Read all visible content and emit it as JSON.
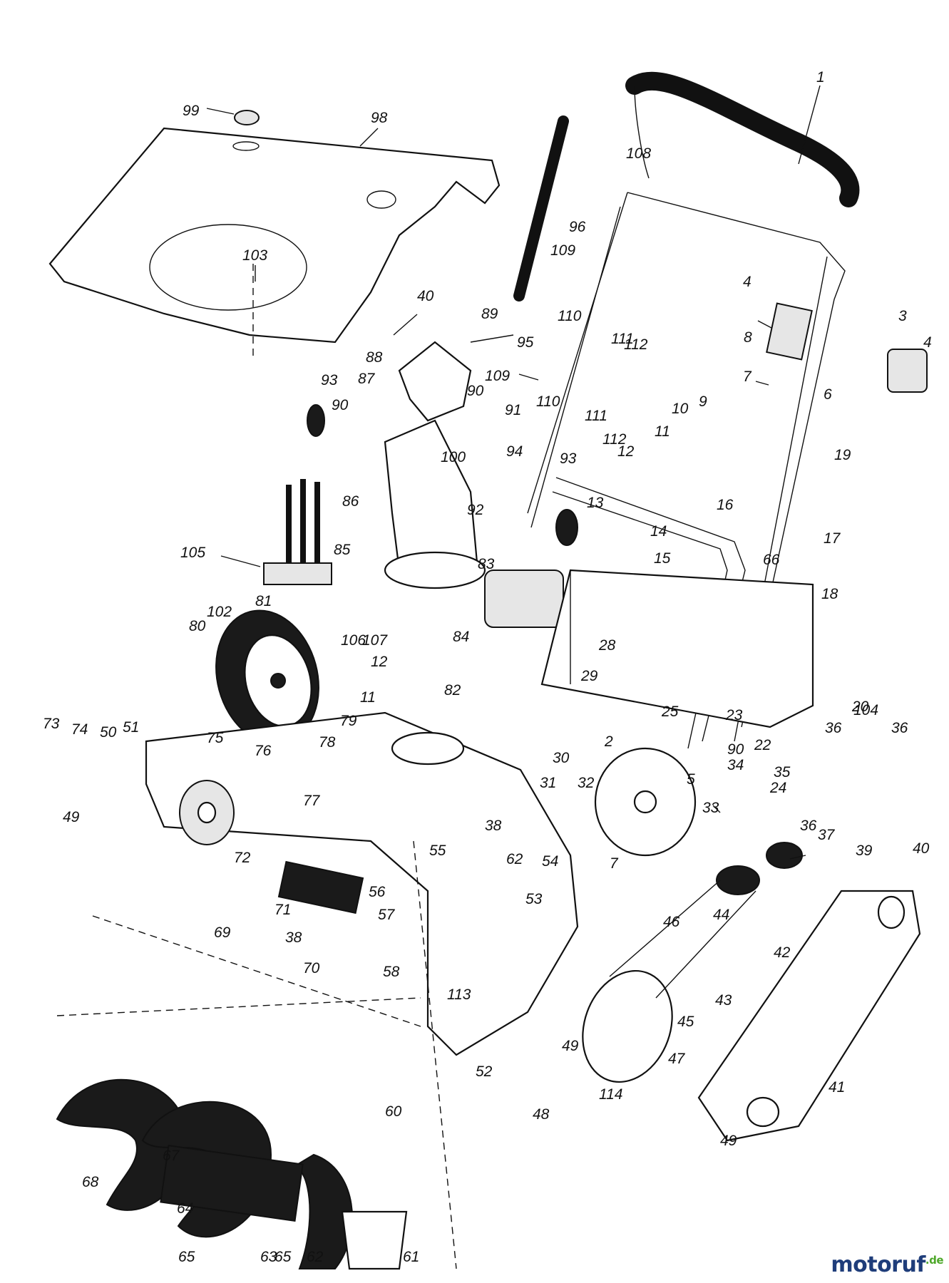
{
  "labels": [
    "1",
    "2",
    "3",
    "4",
    "4",
    "5",
    "6",
    "7",
    "7",
    "8",
    "9",
    "10",
    "11",
    "11",
    "12",
    "12",
    "13",
    "14",
    "15",
    "16",
    "17",
    "18",
    "19",
    "20",
    "22",
    "23",
    "24",
    "25",
    "28",
    "29",
    "30",
    "31",
    "32",
    "33",
    "34",
    "35",
    "36",
    "36",
    "36",
    "37",
    "38",
    "38",
    "39",
    "40",
    "40",
    "41",
    "42",
    "43",
    "44",
    "45",
    "46",
    "47",
    "48",
    "49",
    "49",
    "49",
    "50",
    "51",
    "52",
    "53",
    "54",
    "55",
    "56",
    "57",
    "58",
    "60",
    "61",
    "62",
    "62",
    "63",
    "64",
    "65",
    "65",
    "66",
    "67",
    "68",
    "69",
    "70",
    "71",
    "72",
    "73",
    "74",
    "75",
    "76",
    "77",
    "78",
    "79",
    "80",
    "81",
    "82",
    "83",
    "84",
    "85",
    "86",
    "87",
    "88",
    "89",
    "90",
    "90",
    "90",
    "91",
    "92",
    "93",
    "93",
    "94",
    "95",
    "96",
    "98",
    "99",
    "100",
    "102",
    "103",
    "104",
    "105",
    "106",
    "107",
    "108",
    "109",
    "109",
    "110",
    "110",
    "111",
    "111",
    "112",
    "112",
    "113",
    "114"
  ],
  "watermark": {
    "brand": "motoruf",
    "tld": ".de",
    "brand_color": "#1f3d7a",
    "tld_color": "#4ea82a"
  }
}
